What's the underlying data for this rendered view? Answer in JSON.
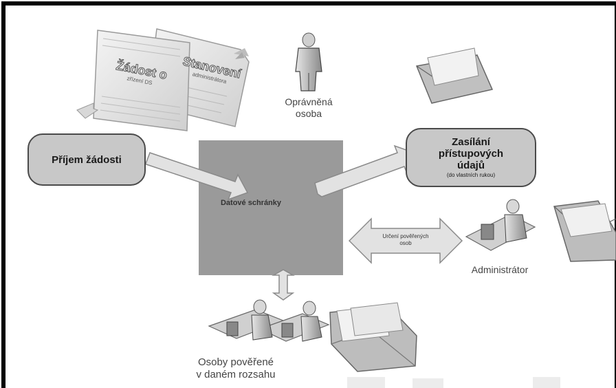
{
  "diagram": {
    "center_label": "Datové schránky",
    "prijem_label": "Příjem žádosti",
    "zasilani": {
      "line1": "Zasílání",
      "line2": "přístupových",
      "line3": "údajů",
      "note": "(do vlastních rukou)"
    },
    "opravnena_osoba": {
      "line1": "Oprávněná",
      "line2": "osoba"
    },
    "administrator_label": "Administrátor",
    "urceni": {
      "line1": "Určení pověřených",
      "line2": "osob"
    },
    "osoby": {
      "line1": "Osoby pověřené",
      "line2": "v daném rozsahu"
    },
    "doc_front": {
      "line1": "Žádost o",
      "line2": "zřízení DS"
    },
    "doc_back": {
      "line1": "Stanovení",
      "line2": "administrátora"
    }
  },
  "colors": {
    "frame": "#000000",
    "center_fill": "#9a9a9a",
    "box_fill": "#c8c8c8",
    "arrow_fill": "#e2e2e2",
    "arrow_stroke": "#8a8a8a"
  }
}
